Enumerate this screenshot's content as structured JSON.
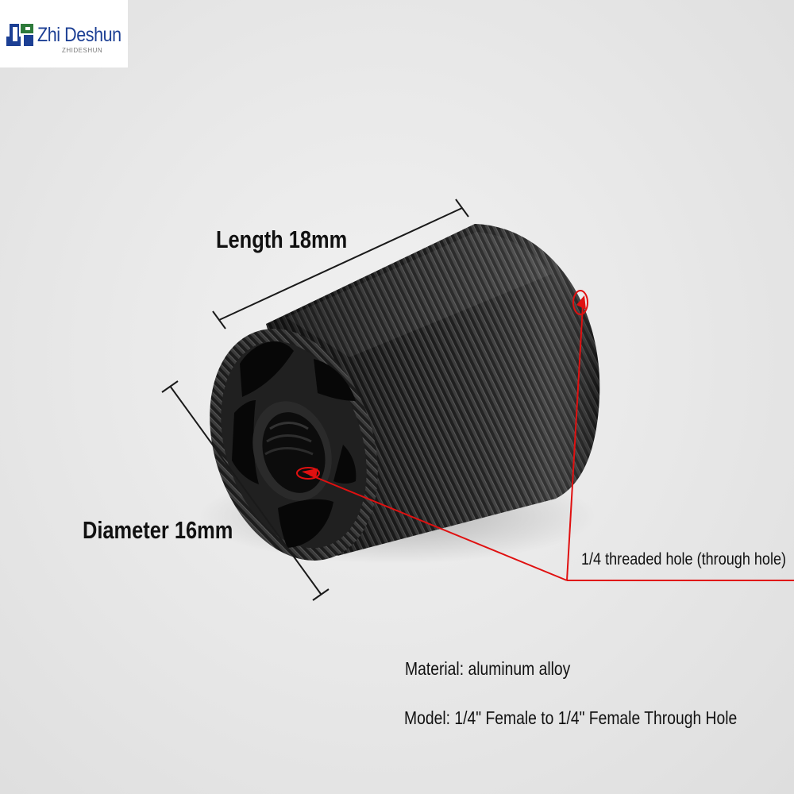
{
  "brand": {
    "name": "Zhi Deshun",
    "subtitle": "ZHIDESHUN",
    "logo_color": "#1c3f94"
  },
  "annotations": {
    "length": "Length 18mm",
    "diameter": "Diameter 16mm",
    "threaded_hole": "1/4 threaded hole (through hole)"
  },
  "specs": {
    "material": "Material: aluminum alloy",
    "model": "Model: 1/4\" Female to 1/4\" Female Through Hole"
  },
  "colors": {
    "callout": "#e01010",
    "product": "#1b1b1b",
    "background": "#e9e9e9"
  }
}
